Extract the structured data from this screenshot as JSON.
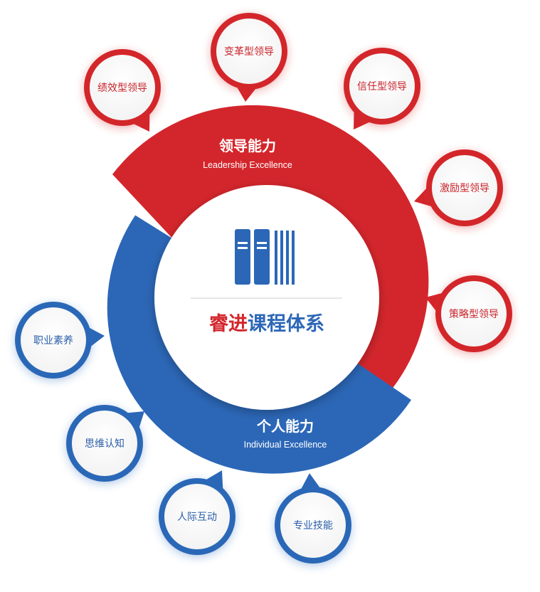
{
  "center": {
    "title_part1": "睿进",
    "title_part2": "课程体系",
    "icon": "books-icon"
  },
  "leadership": {
    "title": "领导能力",
    "subtitle": "Leadership Excellence",
    "items": [
      "绩效型领导",
      "变革型领导",
      "信任型领导",
      "激励型领导",
      "策略型领导"
    ]
  },
  "individual": {
    "title": "个人能力",
    "subtitle": "Individual Excellence",
    "items": [
      "职业素养",
      "思维认知",
      "人际互动",
      "专业技能"
    ]
  },
  "colors": {
    "red": "#d3262c",
    "blue": "#2c67b7",
    "red_text": "#c8242b",
    "blue_text": "#2a5ea8"
  }
}
